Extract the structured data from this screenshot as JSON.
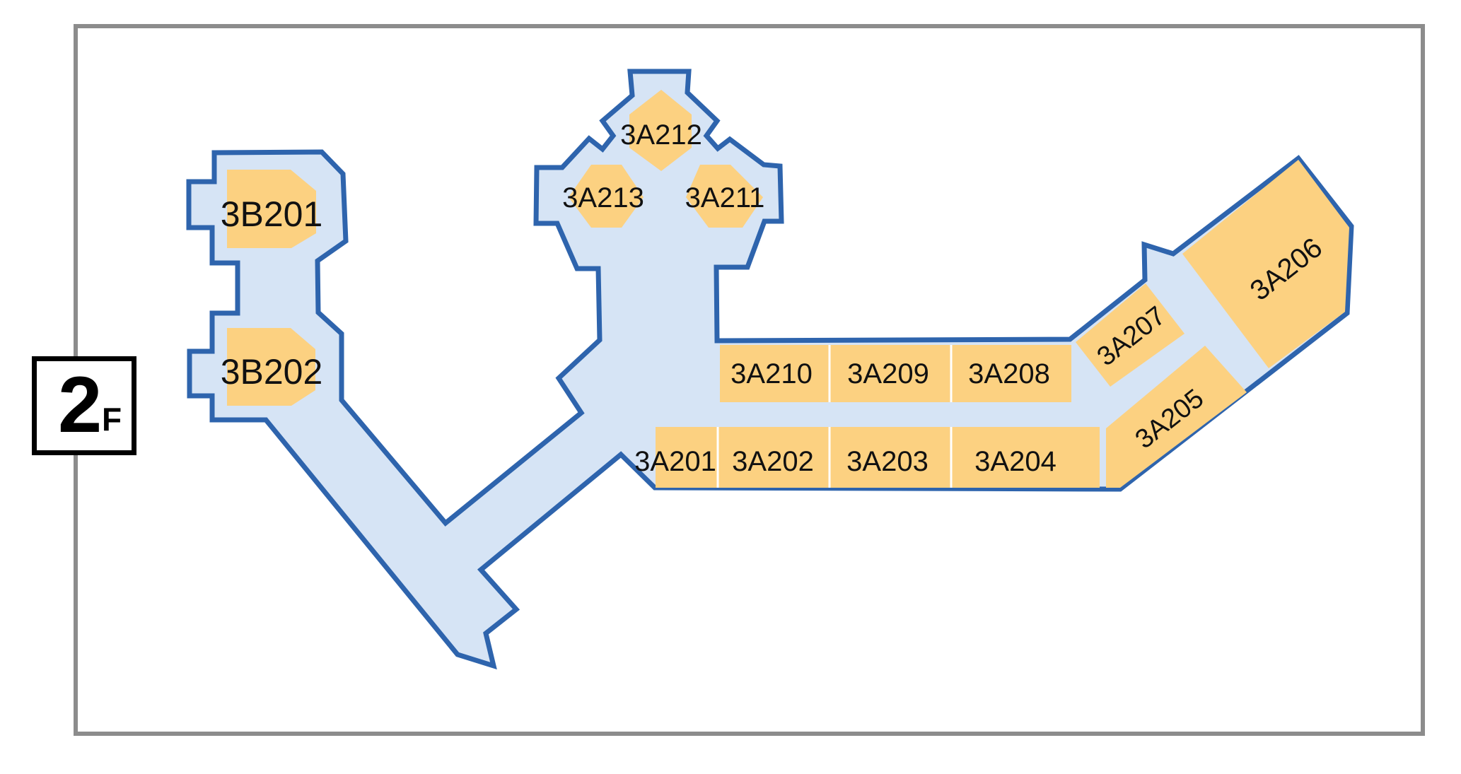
{
  "floor": {
    "number": "2",
    "unit": "F"
  },
  "rooms": {
    "3B201": "3B201",
    "3B202": "3B202",
    "3A201": "3A201",
    "3A202": "3A202",
    "3A203": "3A203",
    "3A204": "3A204",
    "3A205": "3A205",
    "3A206": "3A206",
    "3A207": "3A207",
    "3A208": "3A208",
    "3A209": "3A209",
    "3A210": "3A210",
    "3A211": "3A211",
    "3A212": "3A212",
    "3A213": "3A213"
  },
  "colors": {
    "corridor": "#d6e4f5",
    "outline": "#2e64ad",
    "room": "#fcd181",
    "frame": "#8c8c8c"
  }
}
